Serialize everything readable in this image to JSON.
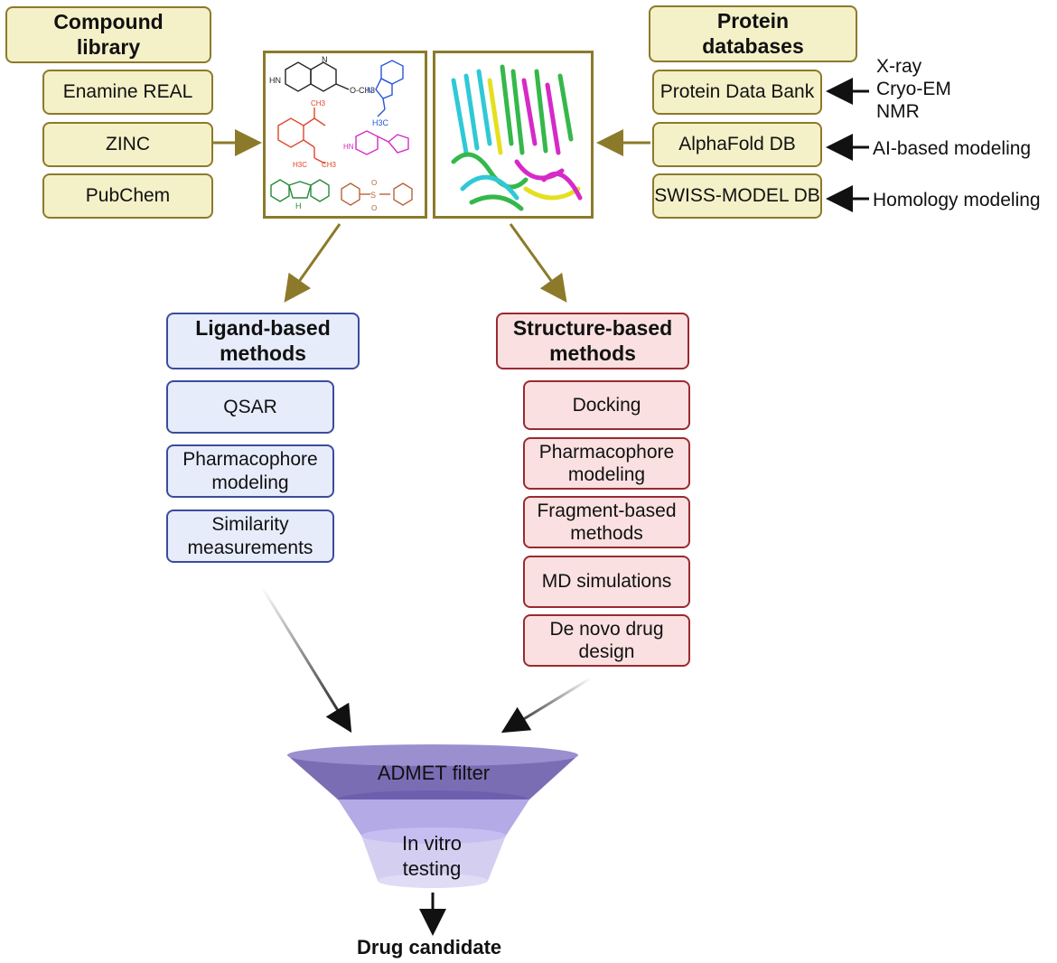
{
  "compound": {
    "title": "Compound library",
    "items": [
      "Enamine REAL",
      "ZINC",
      "PubChem"
    ]
  },
  "protein": {
    "title": "Protein databases",
    "items": [
      "Protein Data Bank",
      "AlphaFold DB",
      "SWISS-MODEL DB"
    ],
    "sources": [
      "X-ray",
      "Cryo-EM",
      "NMR"
    ],
    "alphafold_source": "AI-based modeling",
    "swiss_source": "Homology modeling"
  },
  "molecules": {
    "och3": "O-CH3",
    "ch3": "CH3",
    "h3c": "H3C",
    "h3c_b": "H3C",
    "nh": "HN",
    "n_label": "N",
    "h_label": "H",
    "s_label": "S",
    "o_label": "O"
  },
  "ligand": {
    "title": "Ligand-based methods",
    "items": [
      "QSAR",
      "Pharmacophore modeling",
      "Similarity measurements"
    ]
  },
  "structure": {
    "title": "Structure-based methods",
    "items": [
      "Docking",
      "Pharmacophore modeling",
      "Fragment-based methods",
      "MD simulations",
      "De novo drug design"
    ]
  },
  "funnel": {
    "top": "ADMET filter",
    "bottom_line1": "In vitro",
    "bottom_line2": "testing"
  },
  "result": "Drug candidate",
  "colors": {
    "yellow_fill": "#f4f0c8",
    "yellow_border": "#8c7a2a",
    "blue_fill": "#e6ecfa",
    "blue_border": "#3c4c9c",
    "red_fill": "#fae0e0",
    "red_border": "#9a2a32",
    "funnel_dark": "#7b6db4",
    "funnel_light": "#c9c2ee"
  }
}
